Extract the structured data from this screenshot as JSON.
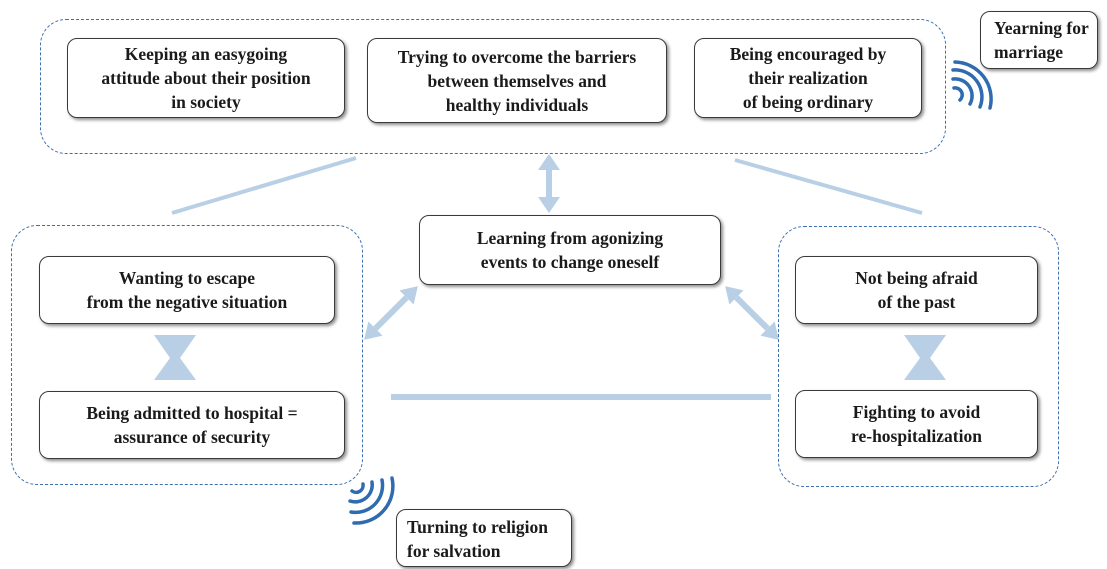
{
  "colors": {
    "connector": "#b8cfe6",
    "signal": "#2e6bb0",
    "group_border": "#3d6fb0"
  },
  "top_group": {
    "items": [
      "Keeping an easygoing\nattitude about their position\nin society",
      "Trying to overcome the barriers\nbetween themselves and\nhealthy individuals",
      "Being encouraged by\ntheir realization\nof being ordinary"
    ]
  },
  "center": {
    "label": "Learning from agonizing\nevents to change oneself"
  },
  "left_group": {
    "items": [
      "Wanting to escape\nfrom the negative situation",
      "Being admitted to hospital =\nassurance of security"
    ]
  },
  "right_group": {
    "items": [
      "Not being afraid\nof the past",
      "Fighting to avoid\nre-hospitalization"
    ]
  },
  "tags": {
    "marriage": "Yearning for\nmarriage",
    "religion": "Turning to religion\nfor salvation"
  }
}
